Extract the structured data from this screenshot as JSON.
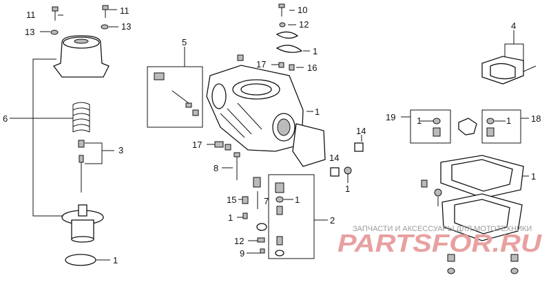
{
  "callouts": [
    {
      "id": "c1",
      "label": "11"
    },
    {
      "id": "c2",
      "label": "13"
    },
    {
      "id": "c3",
      "label": "11"
    },
    {
      "id": "c4",
      "label": "13"
    },
    {
      "id": "c5",
      "label": "6"
    },
    {
      "id": "c6",
      "label": "3"
    },
    {
      "id": "c7",
      "label": "1"
    },
    {
      "id": "c8",
      "label": "5"
    },
    {
      "id": "c9",
      "label": "10"
    },
    {
      "id": "c10",
      "label": "12"
    },
    {
      "id": "c11",
      "label": "1"
    },
    {
      "id": "c12",
      "label": "17"
    },
    {
      "id": "c13",
      "label": "16"
    },
    {
      "id": "c14",
      "label": "1"
    },
    {
      "id": "c15",
      "label": "17"
    },
    {
      "id": "c16",
      "label": "14"
    },
    {
      "id": "c17",
      "label": "14"
    },
    {
      "id": "c18",
      "label": "1"
    },
    {
      "id": "c19",
      "label": "8"
    },
    {
      "id": "c20",
      "label": "15"
    },
    {
      "id": "c21",
      "label": "7"
    },
    {
      "id": "c22",
      "label": "1"
    },
    {
      "id": "c23",
      "label": "1"
    },
    {
      "id": "c24",
      "label": "2"
    },
    {
      "id": "c25",
      "label": "12"
    },
    {
      "id": "c26",
      "label": "9"
    },
    {
      "id": "c27",
      "label": "4"
    },
    {
      "id": "c28",
      "label": "19"
    },
    {
      "id": "c29",
      "label": "1"
    },
    {
      "id": "c30",
      "label": "1"
    },
    {
      "id": "c31",
      "label": "18"
    },
    {
      "id": "c32",
      "label": "1"
    }
  ],
  "watermark": {
    "caption": "ЗАПЧАСТИ И АКСЕССУАРЫ ДЛЯ МОТОТЕХНИКИ",
    "brand": "PARTSFOR.RU"
  },
  "colors": {
    "ink": "#111111",
    "watermark": "#e8a0a0",
    "caption": "#9a9a9a"
  }
}
